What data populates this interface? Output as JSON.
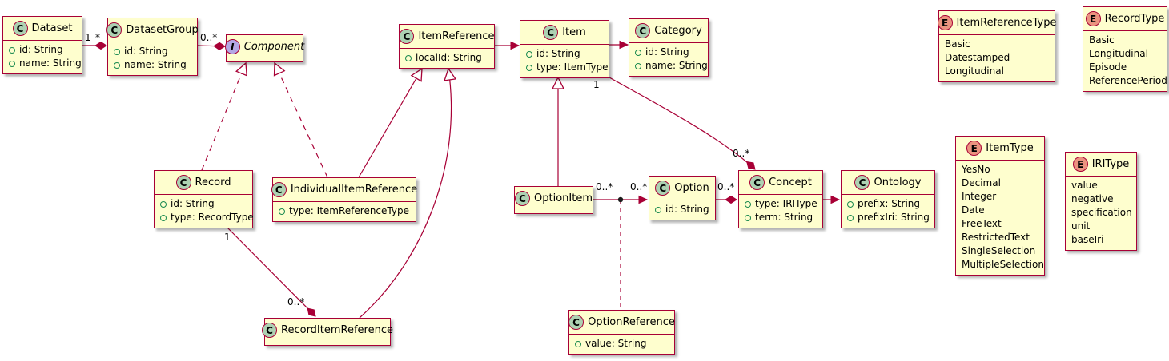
{
  "colors": {
    "box_fill": "#FEFECE",
    "box_border": "#A80036",
    "edge_line": "#A80036",
    "class_spot_fill": "#ADD1B2",
    "interface_spot_fill": "#B4A7E5",
    "enum_spot_fill": "#EB937F",
    "field_dot_green": "#18894E"
  },
  "spots": {
    "class": "C",
    "interface": "I",
    "enum": "E"
  },
  "classes": [
    {
      "name": "Dataset",
      "stereotype": "class",
      "fields": [
        "id: String",
        "name: String"
      ]
    },
    {
      "name": "DatasetGroup",
      "stereotype": "class",
      "fields": [
        "id: String",
        "name: String"
      ]
    },
    {
      "name": "Component",
      "stereotype": "interface",
      "fields": []
    },
    {
      "name": "ItemReference",
      "stereotype": "class",
      "fields": [
        "localId: String"
      ]
    },
    {
      "name": "Item",
      "stereotype": "class",
      "fields": [
        "id: String",
        "type: ItemType"
      ]
    },
    {
      "name": "Category",
      "stereotype": "class",
      "fields": [
        "id: String",
        "name: String"
      ]
    },
    {
      "name": "Record",
      "stereotype": "class",
      "fields": [
        "id: String",
        "type: RecordType"
      ]
    },
    {
      "name": "IndividualItemReference",
      "stereotype": "class",
      "fields": [
        "type: ItemReferenceType"
      ]
    },
    {
      "name": "OptionItem",
      "stereotype": "class",
      "fields": []
    },
    {
      "name": "Option",
      "stereotype": "class",
      "fields": [
        "id: String"
      ]
    },
    {
      "name": "Concept",
      "stereotype": "class",
      "fields": [
        "type: IRIType",
        "term: String"
      ]
    },
    {
      "name": "Ontology",
      "stereotype": "class",
      "fields": [
        "prefix: String",
        "prefixIri: String"
      ]
    },
    {
      "name": "RecordItemReference",
      "stereotype": "class",
      "fields": []
    },
    {
      "name": "OptionReference",
      "stereotype": "class",
      "fields": [
        "value: String"
      ]
    }
  ],
  "enums": [
    {
      "name": "ItemReferenceType",
      "values": [
        "Basic",
        "Datestamped",
        "Longitudinal"
      ]
    },
    {
      "name": "RecordType",
      "values": [
        "Basic",
        "Longitudinal",
        "Episode",
        "ReferencePeriod"
      ]
    },
    {
      "name": "ItemType",
      "values": [
        "YesNo",
        "Decimal",
        "Integer",
        "Date",
        "FreeText",
        "RestrictedText",
        "SingleSelection",
        "MultipleSelection"
      ]
    },
    {
      "name": "IRIType",
      "values": [
        "value",
        "negative",
        "specification",
        "unit",
        "baseIri"
      ]
    }
  ],
  "relations": [
    {
      "from": "Dataset",
      "to": "DatasetGroup",
      "type": "composition",
      "from_mult": "1",
      "to_mult": "*"
    },
    {
      "from": "DatasetGroup",
      "to": "Component",
      "type": "composition",
      "from_mult": "0..*"
    },
    {
      "from": "Record",
      "to": "Component",
      "type": "realization"
    },
    {
      "from": "IndividualItemReference",
      "to": "Component",
      "type": "realization"
    },
    {
      "from": "IndividualItemReference",
      "to": "ItemReference",
      "type": "generalization"
    },
    {
      "from": "RecordItemReference",
      "to": "ItemReference",
      "type": "generalization"
    },
    {
      "from": "ItemReference",
      "to": "Item",
      "type": "directed-association"
    },
    {
      "from": "Item",
      "to": "Category",
      "type": "directed-association"
    },
    {
      "from": "Item",
      "to": "Concept",
      "type": "composition",
      "from_mult": "1",
      "to_mult": "0..*"
    },
    {
      "from": "OptionItem",
      "to": "Item",
      "type": "generalization"
    },
    {
      "from": "OptionItem",
      "to": "Option",
      "type": "directed-association",
      "from_mult": "0..*",
      "to_mult": "0..*"
    },
    {
      "from": "Option",
      "to": "Concept",
      "type": "composition",
      "from_mult": "0..*"
    },
    {
      "from": "Concept",
      "to": "Ontology",
      "type": "directed-association"
    },
    {
      "from": "Record",
      "to": "RecordItemReference",
      "type": "composition",
      "from_mult": "1",
      "to_mult": "0..*"
    },
    {
      "from": "OptionReference",
      "to": "OptionItem-Option association",
      "type": "dependency"
    }
  ]
}
